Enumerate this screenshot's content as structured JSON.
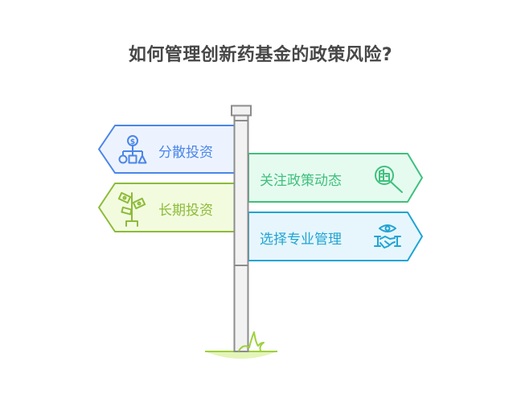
{
  "title": "如何管理创新药基金的政策风险?",
  "colors": {
    "title": "#474747",
    "pole_stroke": "#8c8c8c",
    "pole_fill": "#f2f2f2",
    "grass": "#9ed13d",
    "grass_light": "#e3f5b8"
  },
  "signs": [
    {
      "id": "diversify",
      "label": "分散投资",
      "icon": "money-hierarchy-icon",
      "side": "left",
      "stroke": "#4a86e8",
      "fill": "#edf3fe",
      "text": "#4a86e8"
    },
    {
      "id": "policy",
      "label": "关注政策动态",
      "icon": "magnify-building-icon",
      "side": "right",
      "stroke": "#3fc07e",
      "fill": "#e6fbef",
      "text": "#3fc07e"
    },
    {
      "id": "long_term",
      "label": "长期投资",
      "icon": "money-plant-icon",
      "side": "left",
      "stroke": "#8cbb39",
      "fill": "#f3fbdf",
      "text": "#8cbb39"
    },
    {
      "id": "professional",
      "label": "选择专业管理",
      "icon": "handshake-eye-icon",
      "side": "right",
      "stroke": "#20a4d4",
      "fill": "#e6f6fc",
      "text": "#20a4d4"
    }
  ]
}
